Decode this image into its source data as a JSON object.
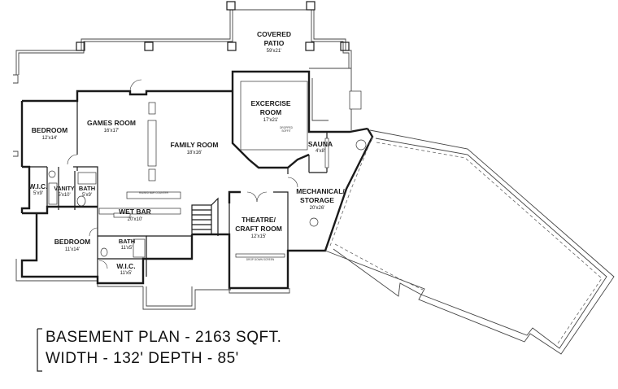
{
  "rooms": {
    "covered_patio": {
      "name_line1": "COVERED",
      "name_line2": "PATIO",
      "dims": "59'x21'"
    },
    "excercise_room": {
      "name_line1": "EXCERCISE",
      "name_line2": "ROOM",
      "dims": "17'x21'"
    },
    "games_room": {
      "name": "GAMES ROOM",
      "dims": "16'x17'"
    },
    "bedroom_1": {
      "name": "BEDROOM",
      "dims": "12'x14'"
    },
    "family_room": {
      "name": "FAMILY ROOM",
      "dims": "18'x16'"
    },
    "sauna": {
      "name": "SAUNA",
      "dims": "4'x8'"
    },
    "wic_1": {
      "name": "W.I.C.",
      "dims": "5'x9'"
    },
    "vanity": {
      "name": "VANITY",
      "dims": "5'x10'"
    },
    "bath_1": {
      "name": "BATH",
      "dims": "5'x9'"
    },
    "mechanical": {
      "name_line1": "MECHANICAL/",
      "name_line2": "STORAGE",
      "dims": "20'x26'"
    },
    "wet_bar": {
      "name": "WET BAR",
      "dims": "20'x10'"
    },
    "theatre": {
      "name_line1": "THEATRE/",
      "name_line2": "CRAFT ROOM",
      "dims": "12'x15'"
    },
    "bedroom_2": {
      "name": "BEDROOM",
      "dims": "11'x14'"
    },
    "bath_2": {
      "name": "BATH",
      "dims": "11'x5'"
    },
    "wic_2": {
      "name": "W.I.C.",
      "dims": "11'x5'"
    }
  },
  "title_block": {
    "line1": "BASEMENT PLAN - 2163 SQFT.",
    "line2": "WIDTH - 132'  DEPTH - 85'"
  }
}
